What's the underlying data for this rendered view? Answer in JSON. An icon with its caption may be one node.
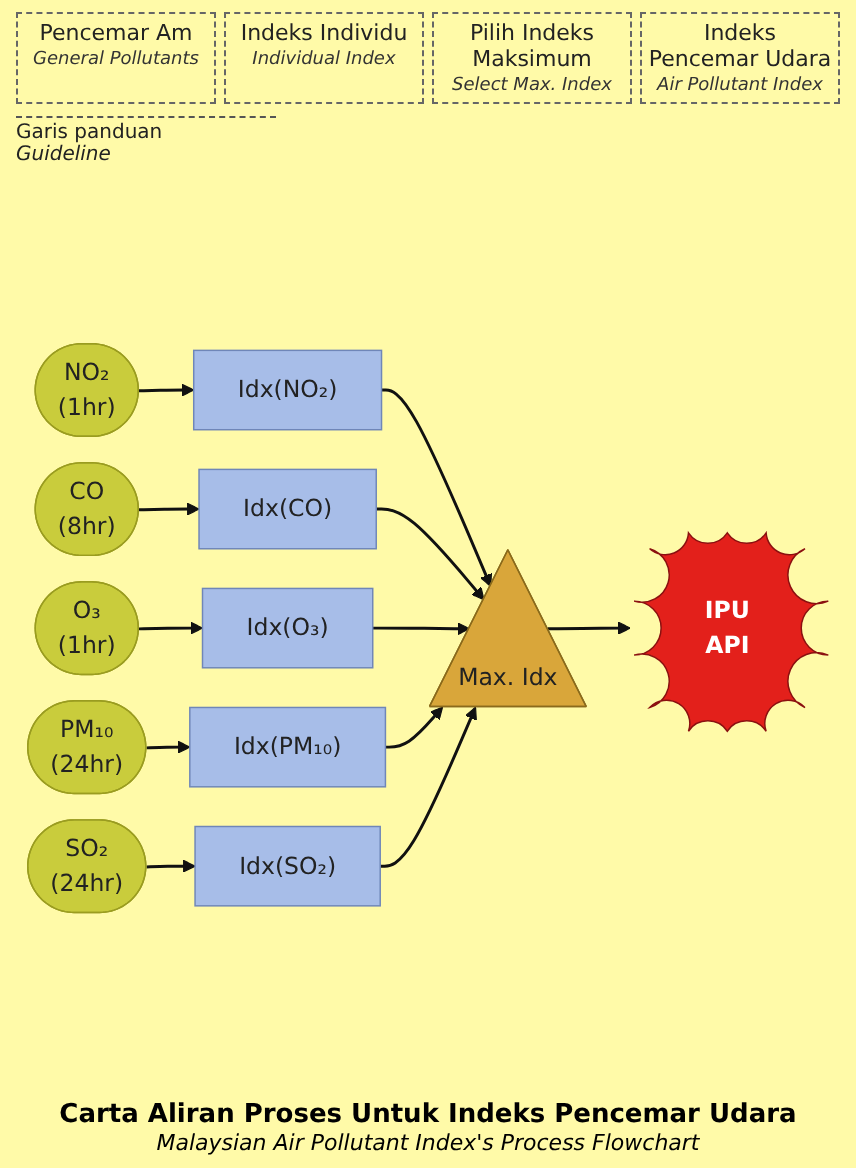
{
  "diagram": {
    "title": "Carta Aliran Proses Untuk Indeks Pencemar Udara",
    "caption": "Malaysian Air Pollutant Index's Process Flowchart",
    "nodes": [
      {
        "text": [
          "NO₂",
          "(1hr)"
        ]
      },
      {
        "text": [
          "CO",
          "(8hr)"
        ]
      },
      {
        "text": [
          "O₃",
          "(1hr)"
        ]
      },
      {
        "text": [
          "PM₁₀",
          "(24hr)"
        ]
      },
      {
        "text": [
          "SO₂",
          "(24hr)"
        ]
      },
      {
        "text": [
          "Idx(NO₂)"
        ]
      },
      {
        "text": [
          "Idx(CO)"
        ]
      },
      {
        "text": [
          "Idx(O₃)"
        ]
      },
      {
        "text": [
          "Idx(PM₁₀)"
        ]
      },
      {
        "text": [
          "Idx(SO₂)"
        ]
      },
      {
        "text": [
          "Max. Idx"
        ]
      },
      {
        "text": [
          "IPU",
          "API"
        ]
      }
    ],
    "edges": [
      {
        "from": 0,
        "to": 5,
        "arrow": "to"
      },
      {
        "from": 1,
        "to": 6,
        "arrow": "to"
      },
      {
        "from": 2,
        "to": 7,
        "arrow": "to"
      },
      {
        "from": 3,
        "to": 8,
        "arrow": "to"
      },
      {
        "from": 4,
        "to": 9,
        "arrow": "to"
      },
      {
        "from": 5,
        "to": 10,
        "arrow": "to"
      },
      {
        "from": 6,
        "to": 10,
        "arrow": "to"
      },
      {
        "from": 7,
        "to": 10,
        "arrow": "to"
      },
      {
        "from": 8,
        "to": 10,
        "arrow": "to"
      },
      {
        "from": 9,
        "to": 10,
        "arrow": "to"
      },
      {
        "from": 10,
        "to": 11,
        "arrow": "to"
      }
    ],
    "labels": [
      "Pencemar Am",
      "General Pollutants",
      "Indeks Individu",
      "Individual Index",
      "Pilih Indeks Maksimum",
      "Select Max. Index",
      "Indeks Pencemar Udara",
      "Air Pollutant Index",
      "Garis panduan",
      "Guideline"
    ]
  }
}
